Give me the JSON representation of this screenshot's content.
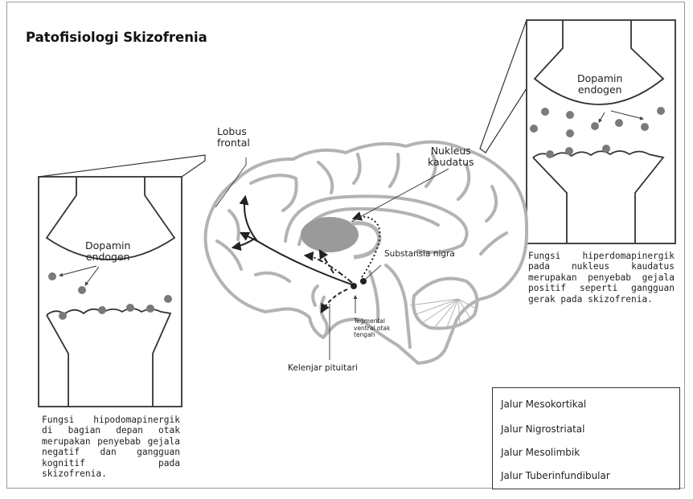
{
  "title": "Patofisiologi Skizofrenia",
  "labels": {
    "lobus_frontal": "Lobus\nfrontal",
    "nukleus_kaudatus": "Nukleus\nkaudatus",
    "substansia_nigra": "Substansia nigra",
    "tegmental": "Tegmental\nventral otak\ntengah",
    "kelenjar_pituitari": "Kelenjar pituitari",
    "dopamin_left": "Dopamin\nendogen",
    "dopamin_right": "Dopamin\nendogen"
  },
  "descriptions": {
    "left": "Fungsi hipodomapinergik di bagian depan otak merupakan penyebab gejala negatif dan gangguan kognitif pada skizofrenia.",
    "right": "Fungsi hiperdomapinergik pada nukleus kaudatus merupakan penyebab gejala positif seperti gangguan gerak pada skizofrenia."
  },
  "legend": [
    {
      "label": "Jalur Mesokortikal",
      "line": "solid"
    },
    {
      "label": "Jalur Nigrostriatal",
      "line": "dotted"
    },
    {
      "label": "Jalur Mesolimbik",
      "line": "dash-dot"
    },
    {
      "label": "Jalur Tuberinfundibular",
      "line": "dashed"
    }
  ],
  "colors": {
    "brain_outline": "#b3b3b3",
    "dopamine_dot": "#7a7a7a",
    "caudate_fill": "#9a9a9a",
    "ink": "#222222"
  }
}
